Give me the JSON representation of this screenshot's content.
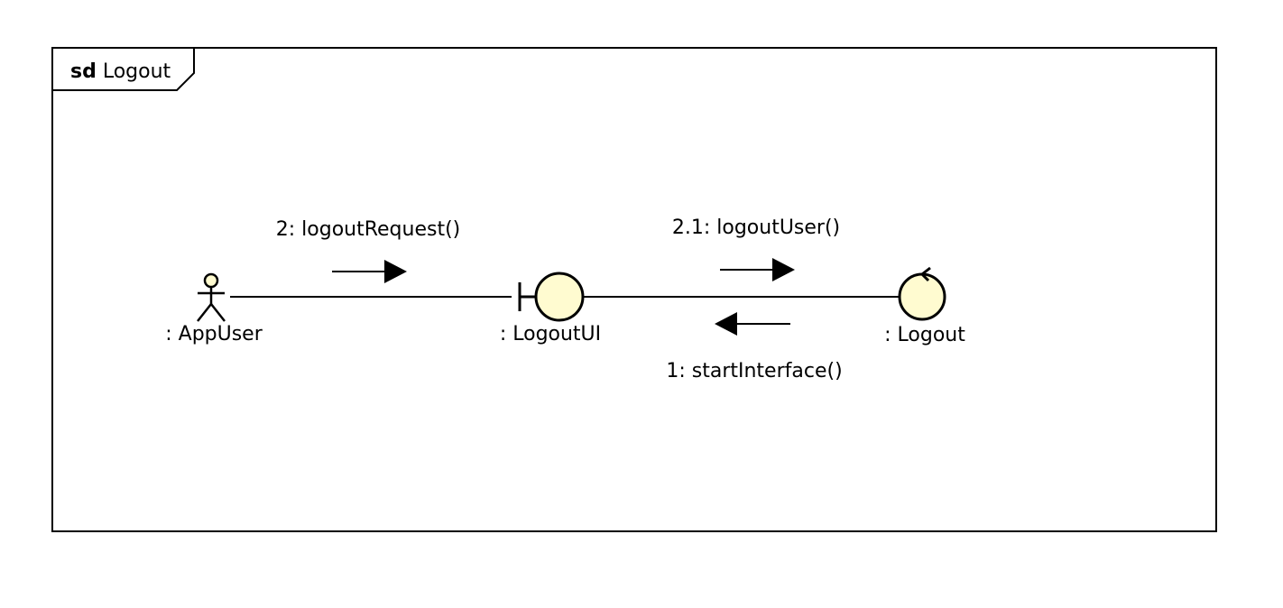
{
  "frame": {
    "keyword": "sd",
    "name": "Logout"
  },
  "lifelines": {
    "actor": {
      "label": ": AppUser",
      "kind": "actor"
    },
    "boundary": {
      "label": ": LogoutUI",
      "kind": "boundary"
    },
    "control": {
      "label": ": Logout",
      "kind": "control"
    }
  },
  "messages": [
    {
      "label": "2: logoutRequest()",
      "from": ": AppUser",
      "to": ": LogoutUI",
      "direction": "right"
    },
    {
      "label": "2.1: logoutUser()",
      "from": ": LogoutUI",
      "to": ": Logout",
      "direction": "right"
    },
    {
      "label": "1: startInterface()",
      "from": ": Logout",
      "to": ": LogoutUI",
      "direction": "left"
    }
  ],
  "colors": {
    "line": "#000000",
    "element_fill": "#fffbd0",
    "background": "#ffffff"
  }
}
